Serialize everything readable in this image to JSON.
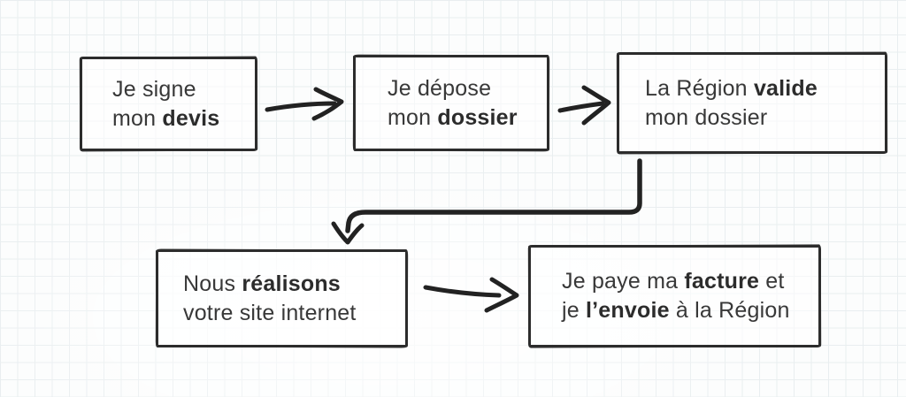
{
  "palette": {
    "background": "#fcfdfd",
    "grid_line": "#e9eef0",
    "box_border": "#2d2d2d",
    "ink": "#222222",
    "text": "#383838"
  },
  "flow": {
    "steps": [
      {
        "name": "sign-quote",
        "lines": [
          [
            {
              "t": "Je signe"
            }
          ],
          [
            {
              "t": "mon "
            },
            {
              "t": "devis",
              "b": true
            }
          ]
        ]
      },
      {
        "name": "submit-file",
        "lines": [
          [
            {
              "t": "Je dépose"
            }
          ],
          [
            {
              "t": "mon "
            },
            {
              "t": "dossier",
              "b": true
            }
          ]
        ]
      },
      {
        "name": "region-validates",
        "lines": [
          [
            {
              "t": "La Région "
            },
            {
              "t": "valide",
              "b": true
            }
          ],
          [
            {
              "t": "mon dossier"
            }
          ]
        ]
      },
      {
        "name": "build-website",
        "lines": [
          [
            {
              "t": "Nous "
            },
            {
              "t": "réalisons",
              "b": true
            }
          ],
          [
            {
              "t": "votre site internet"
            }
          ]
        ]
      },
      {
        "name": "pay-invoice",
        "lines": [
          [
            {
              "t": "Je paye ma "
            },
            {
              "t": "facture",
              "b": true
            },
            {
              "t": " et"
            }
          ],
          [
            {
              "t": "je "
            },
            {
              "t": "l’envoie",
              "b": true
            },
            {
              "t": " à la Région"
            }
          ]
        ]
      }
    ],
    "arrows": [
      {
        "name": "arrow-step1-to-step2",
        "direction": "right"
      },
      {
        "name": "arrow-step2-to-step3",
        "direction": "right"
      },
      {
        "name": "arrow-step3-to-step4",
        "direction": "down-elbow-left"
      },
      {
        "name": "arrow-step4-to-step5",
        "direction": "right"
      }
    ]
  }
}
